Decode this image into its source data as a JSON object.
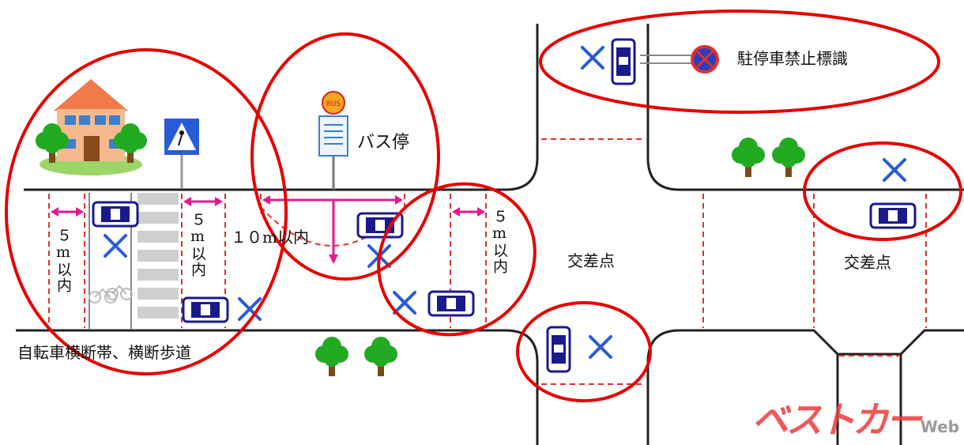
{
  "labels": {
    "crosswalk": "自転車横断帯、横断歩道",
    "bus_stop": "バス停",
    "within_10m": "１０m以内",
    "within_5m_left": "５m以内",
    "within_5m_mid": "５m以内",
    "within_5m_right": "５m以内",
    "intersection_left": "交差点",
    "intersection_right": "交差点",
    "no_parking_sign": "駐停車禁止標識",
    "bus_sign_text": "BUS"
  },
  "watermark": {
    "main": "ベストカー",
    "sub": "Web"
  },
  "colors": {
    "highlight": "#e60000",
    "arrow": "#e6198c",
    "car_blue": "#1a1a8c",
    "cross": "#2a5bd7",
    "dash": "#e03030",
    "tree": "#22aa22"
  },
  "markers": {
    "no_parking_symbol": "×"
  }
}
